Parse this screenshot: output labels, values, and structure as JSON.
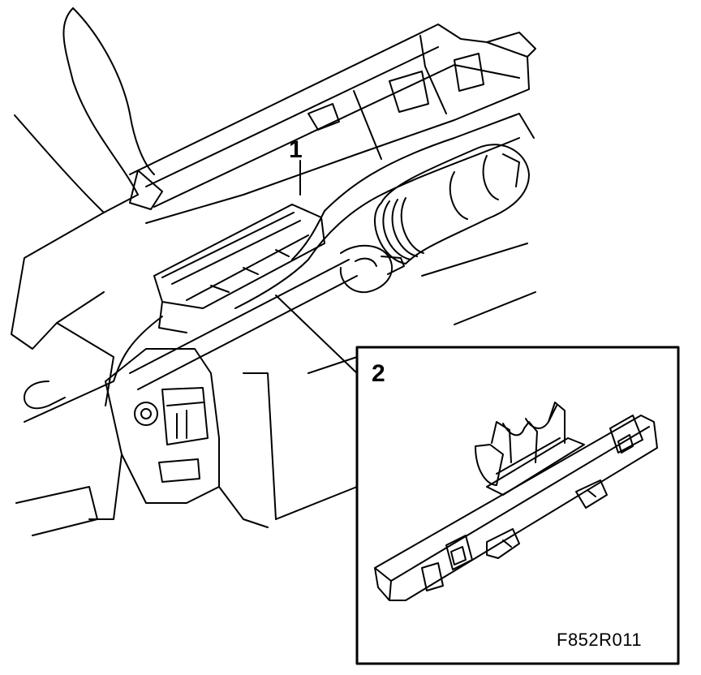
{
  "callouts": [
    {
      "number": "1"
    },
    {
      "number": "2"
    }
  ],
  "figure_code": "F852R011"
}
